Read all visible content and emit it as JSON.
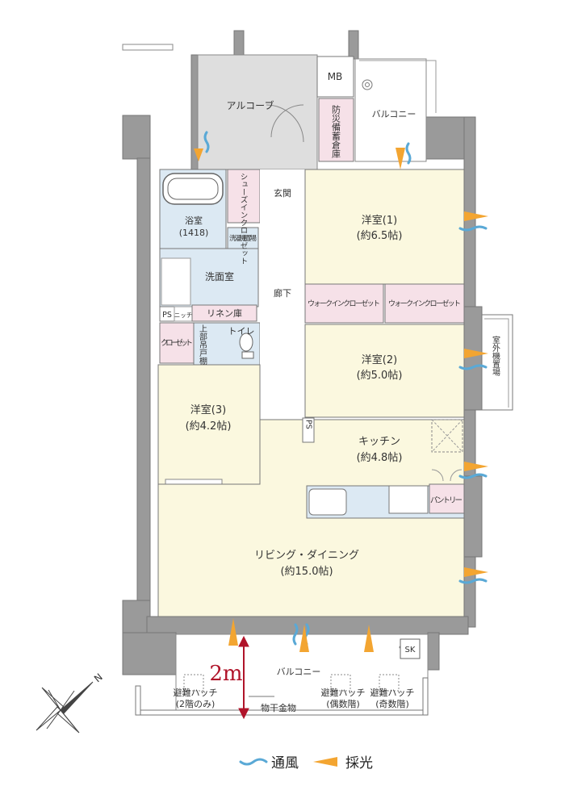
{
  "rooms": {
    "mb": "MB",
    "alcove": "アルコーブ",
    "storage": "防災備蓄倉庫",
    "balcony_top": "バルコニー",
    "shoes_closet": "シューズインクローゼット",
    "entrance": "玄関",
    "bath_name": "浴室",
    "bath_size": "(1418)",
    "washer": "洗濯機置場",
    "washroom": "洗面室",
    "ps1": "PS",
    "niche": "ニッチ",
    "linen": "リネン庫",
    "closet": "クローゼット",
    "upper_shelf": "上部吊戸棚",
    "toilet": "トイレ",
    "hall": "廊下",
    "bed1_name": "洋室(1)",
    "bed1_size": "(約6.5帖)",
    "wic1": "ウォークインクローゼット",
    "wic2": "ウォークインクローゼット",
    "bed2_name": "洋室(2)",
    "bed2_size": "(約5.0帖)",
    "outdoor_unit": "室外機置場",
    "bed3_name": "洋室(3)",
    "bed3_size": "(約4.2帖)",
    "ps2": "PS",
    "kitchen_name": "キッチン",
    "kitchen_size": "(約4.8帖)",
    "pantry": "パントリー",
    "living_name": "リビング・ダイニング",
    "living_size": "(約15.0帖)",
    "balcony_bottom": "バルコニー",
    "sk": "SK",
    "hatch1_a": "避難ハッチ",
    "hatch1_b": "(2階のみ)",
    "drying": "物干金物",
    "hatch2_a": "避難ハッチ",
    "hatch2_b": "(偶数階)",
    "hatch3_a": "避難ハッチ",
    "hatch3_b": "(奇数階)"
  },
  "dimension": {
    "balcony_depth": "2m"
  },
  "compass": {
    "north": "N"
  },
  "legend": {
    "wind": "通風",
    "light": "採光"
  },
  "colors": {
    "room_fill": "#fbf8df",
    "water_fill": "#dce9f3",
    "closet_fill": "#f6e1e8",
    "wall": "#8d8d8d",
    "wind": "#5aa9d6",
    "light": "#f3a531",
    "dimension": "#b0142a"
  }
}
